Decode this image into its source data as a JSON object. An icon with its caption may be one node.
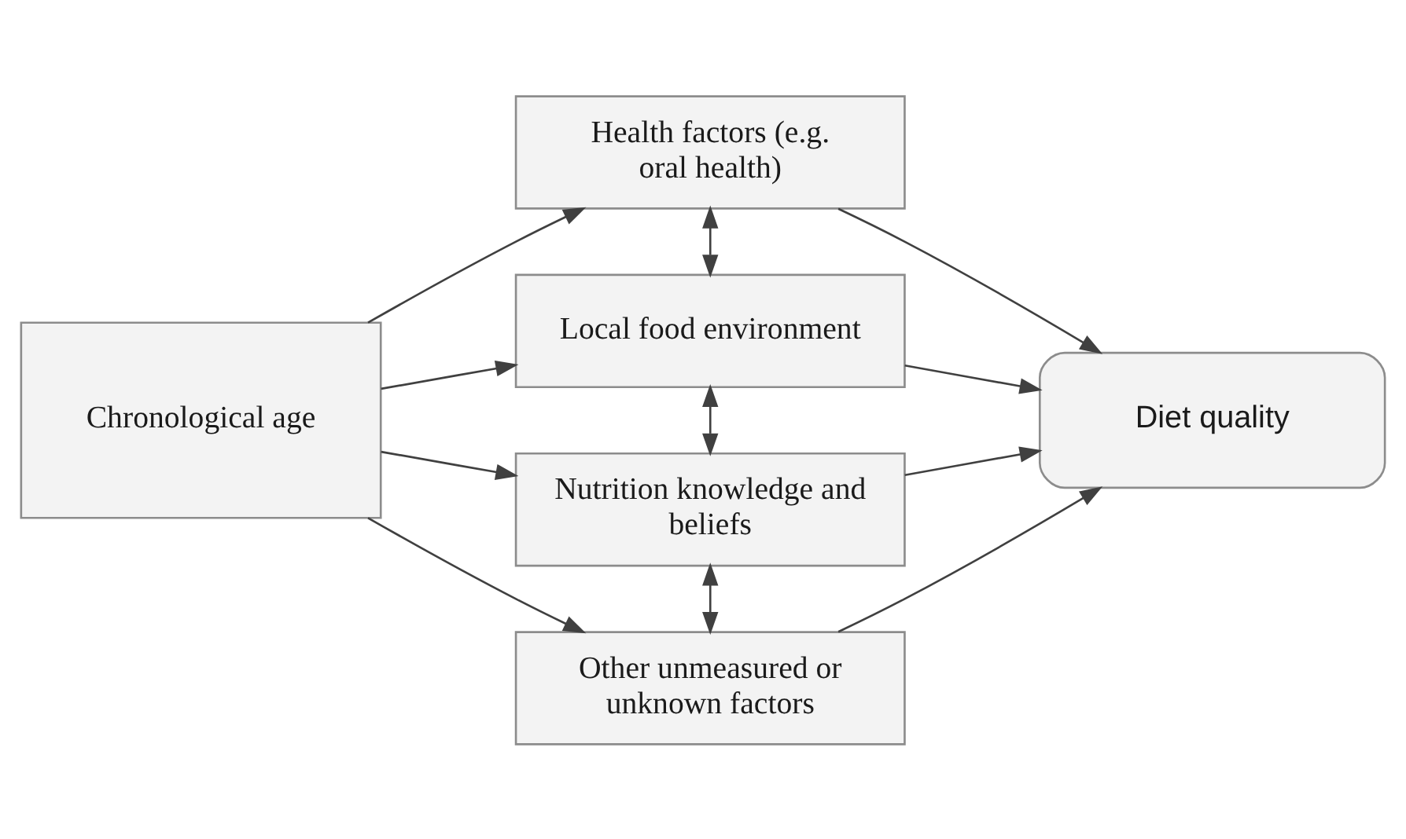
{
  "diagram": {
    "nodes": [
      {
        "text": [
          "Chronological age"
        ]
      },
      {
        "text": [
          "Health factors (e.g. oral health)"
        ]
      },
      {
        "text": [
          "Local food environment"
        ]
      },
      {
        "text": [
          "Nutrition knowledge and beliefs"
        ]
      },
      {
        "text": [
          "Other unmeasured or unknown factors"
        ]
      },
      {
        "text": [
          "Diet quality"
        ]
      }
    ],
    "edges": [
      {
        "from": 0,
        "to": 1,
        "arrow": "to"
      },
      {
        "from": 0,
        "to": 2,
        "arrow": "to"
      },
      {
        "from": 0,
        "to": 3,
        "arrow": "to"
      },
      {
        "from": 0,
        "to": 4,
        "arrow": "to"
      },
      {
        "from": 1,
        "to": 2,
        "arrow": "both"
      },
      {
        "from": 2,
        "to": 3,
        "arrow": "both"
      },
      {
        "from": 3,
        "to": 4,
        "arrow": "both"
      },
      {
        "from": 1,
        "to": 5,
        "arrow": "to"
      },
      {
        "from": 2,
        "to": 5,
        "arrow": "to"
      },
      {
        "from": 3,
        "to": 5,
        "arrow": "to"
      },
      {
        "from": 4,
        "to": 5,
        "arrow": "to"
      }
    ]
  }
}
